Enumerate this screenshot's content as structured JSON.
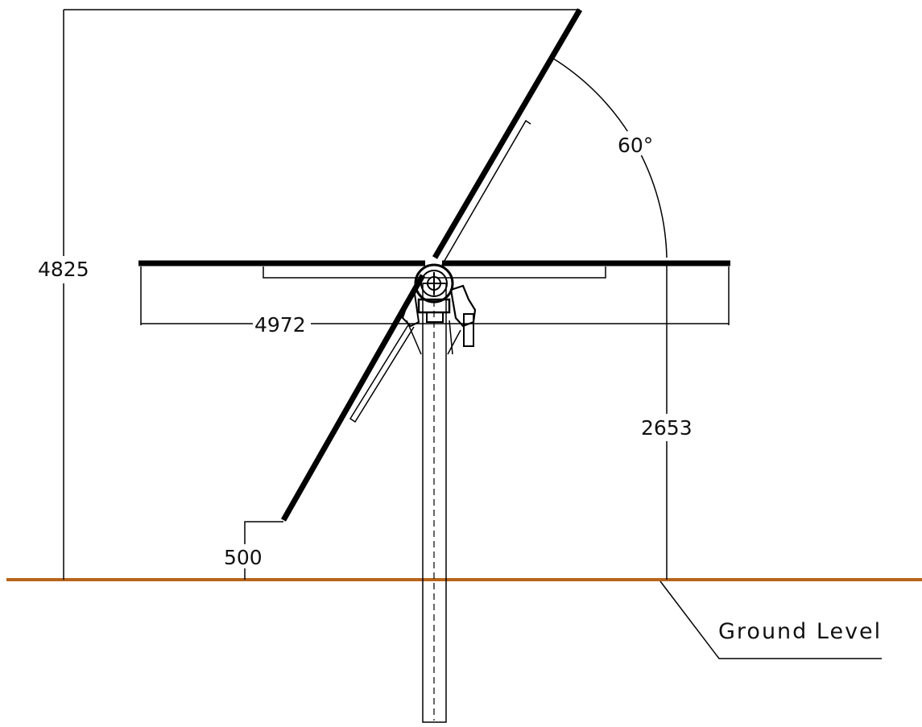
{
  "dimensions": {
    "total_height": "4825",
    "panel_width": "4972",
    "axis_height": "2653",
    "min_clearance": "500",
    "tilt_angle": "60°"
  },
  "labels": {
    "ground": "Ground Level"
  },
  "colors": {
    "ground_line": "#b8651b",
    "lines": "#000000"
  }
}
